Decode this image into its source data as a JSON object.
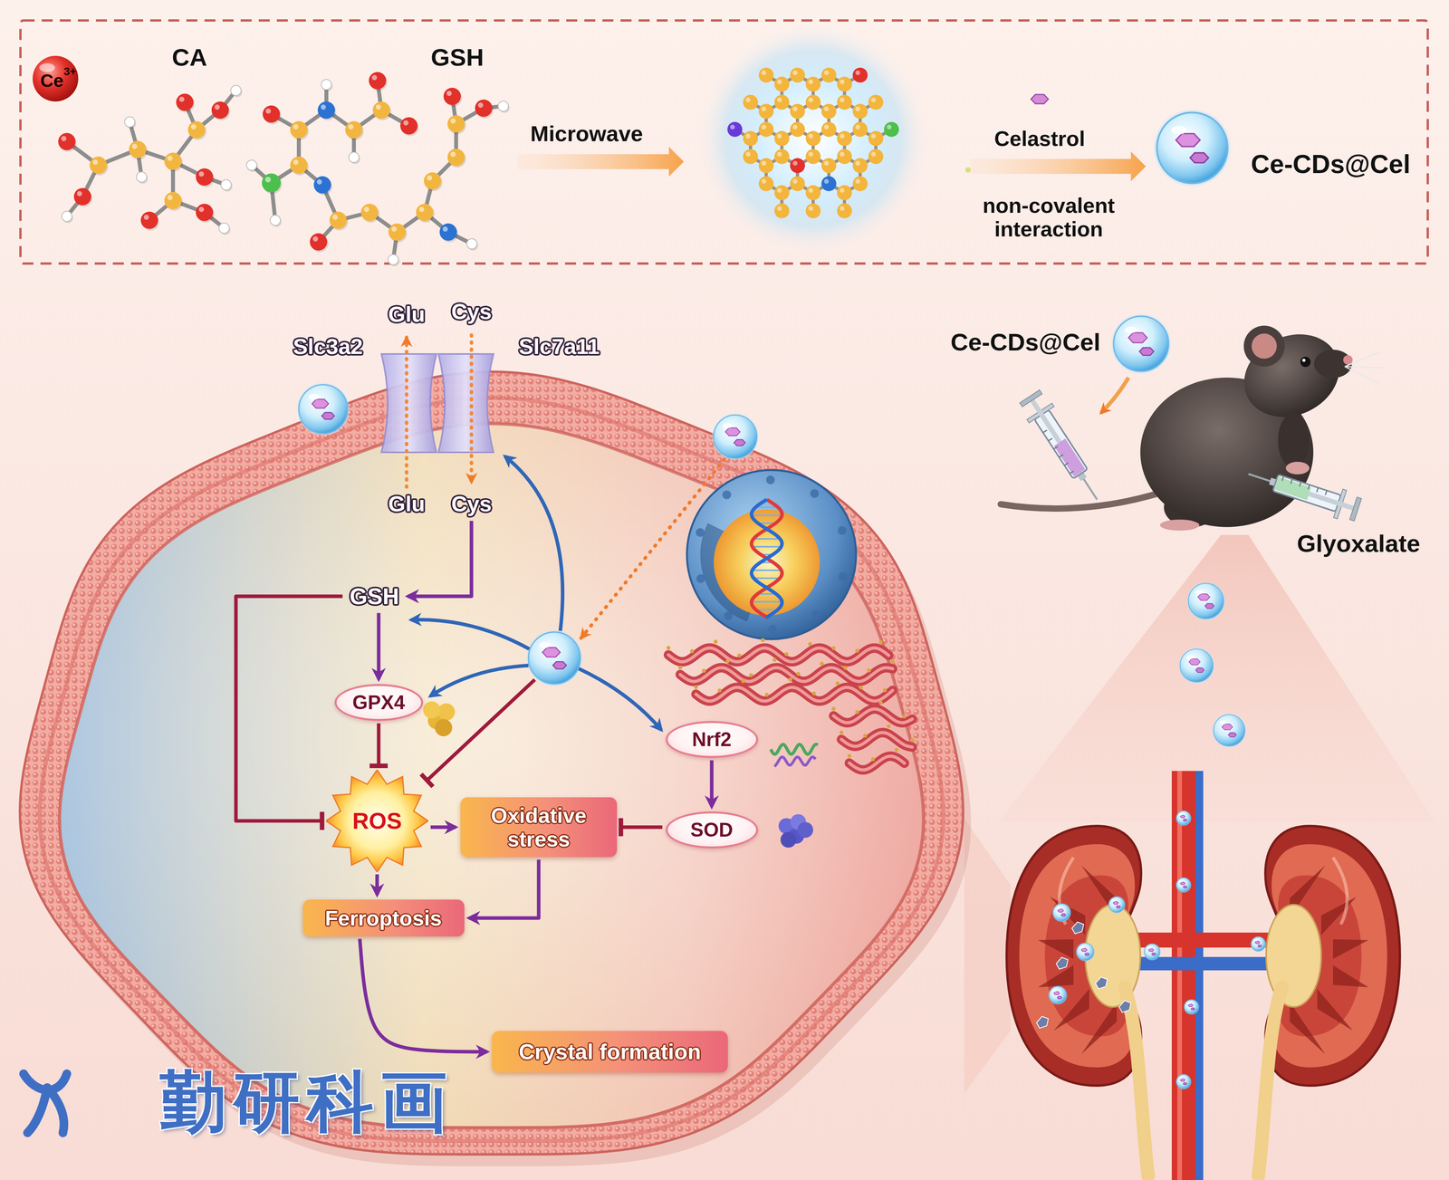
{
  "diagram": {
    "nodes": [
      {
        "text": [
          "Cys"
        ]
      },
      {
        "text": [
          "GSH"
        ]
      },
      {
        "text": [
          "GPX4"
        ]
      },
      {
        "text": [
          "ROS"
        ]
      },
      {
        "text": [
          "Oxidative stress"
        ]
      },
      {
        "text": [
          "Nrf2"
        ]
      },
      {
        "text": [
          "SOD"
        ]
      },
      {
        "text": [
          "Ferroptosis"
        ]
      },
      {
        "text": [
          "Crystal formation"
        ]
      }
    ],
    "edges": [
      {
        "from": 0,
        "to": 1,
        "arrow": "to"
      },
      {
        "from": 1,
        "to": 2,
        "arrow": "to"
      },
      {
        "from": 2,
        "to": 3,
        "arrow": "to"
      },
      {
        "from": 1,
        "to": 3,
        "arrow": "to"
      },
      {
        "from": 3,
        "to": 4,
        "arrow": "to"
      },
      {
        "from": 3,
        "to": 7,
        "arrow": "to"
      },
      {
        "from": 4,
        "to": 7,
        "arrow": "to"
      },
      {
        "from": 5,
        "to": 6,
        "arrow": "to"
      },
      {
        "from": 6,
        "to": 4,
        "arrow": "to"
      },
      {
        "from": 7,
        "to": 8,
        "arrow": "to"
      }
    ],
    "labels": [
      "Ce",
      "3+",
      "CA",
      "GSH",
      "Microwave",
      "Celastrol",
      "non-covalent interaction",
      "Ce-CDs@Cel",
      "Glu",
      "Cys",
      "Slc3a2",
      "Slc7a11",
      "Glu",
      "Ce-CDs@Cel",
      "Glyoxalate",
      "勤研科画"
    ]
  }
}
